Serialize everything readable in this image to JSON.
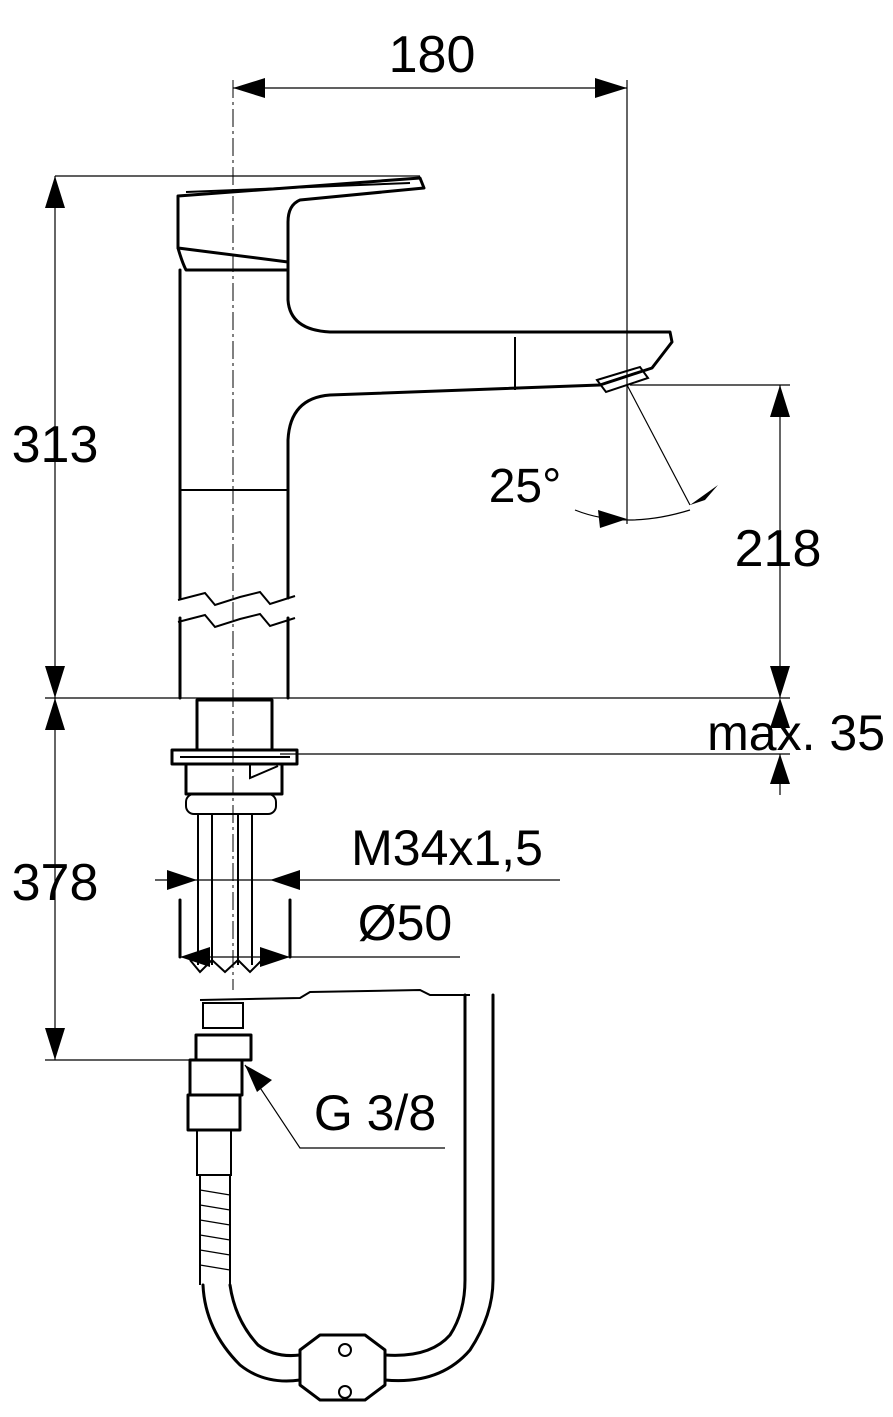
{
  "drawing": {
    "dimensions": {
      "spout_reach": "180",
      "total_height": "313",
      "spout_height": "218",
      "below_deck_length": "378",
      "max_deck_thickness": "max. 35",
      "thread": "M34x1,5",
      "base_diameter": "Ø50",
      "connection_thread": "G 3/8",
      "spout_angle": "25°"
    }
  }
}
